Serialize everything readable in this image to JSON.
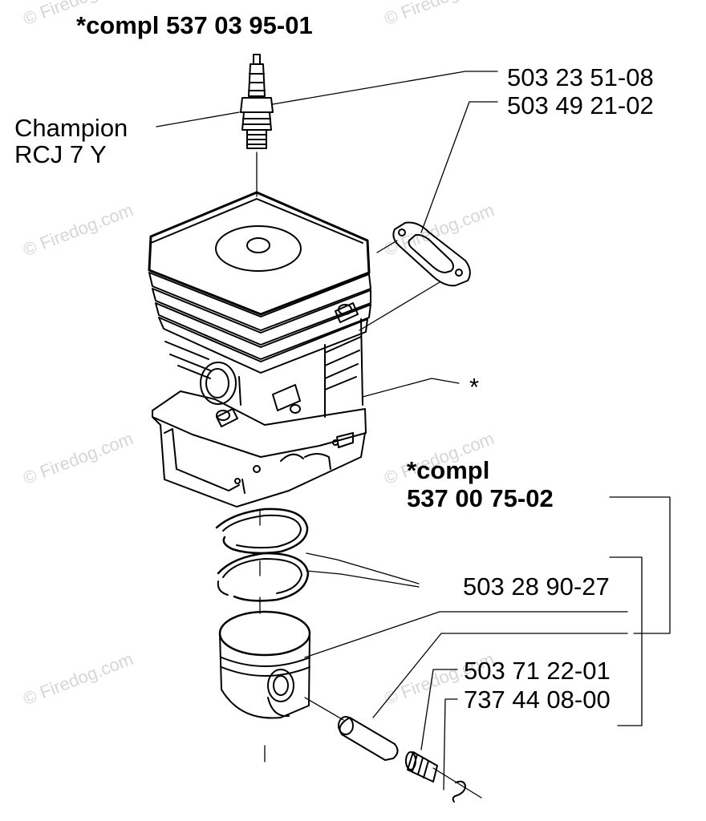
{
  "diagram": {
    "title_kit": "*compl 537 03 95-01",
    "spark_plug_brand": "Champion",
    "spark_plug_model": "RCJ 7 Y",
    "part_spark_plug": "503 23 51-08",
    "part_gasket": "503 49 21-02",
    "cylinder_marker": "*",
    "kit2_line1": "*compl",
    "kit2_line2": "537 00 75-02",
    "part_rings": "503 28 90-27",
    "part_pin_bearing": "503 71 22-01",
    "part_circlip": "737 44 08-00"
  },
  "watermark": {
    "text": "© Firedog.com",
    "color": "#d6d6d6"
  }
}
